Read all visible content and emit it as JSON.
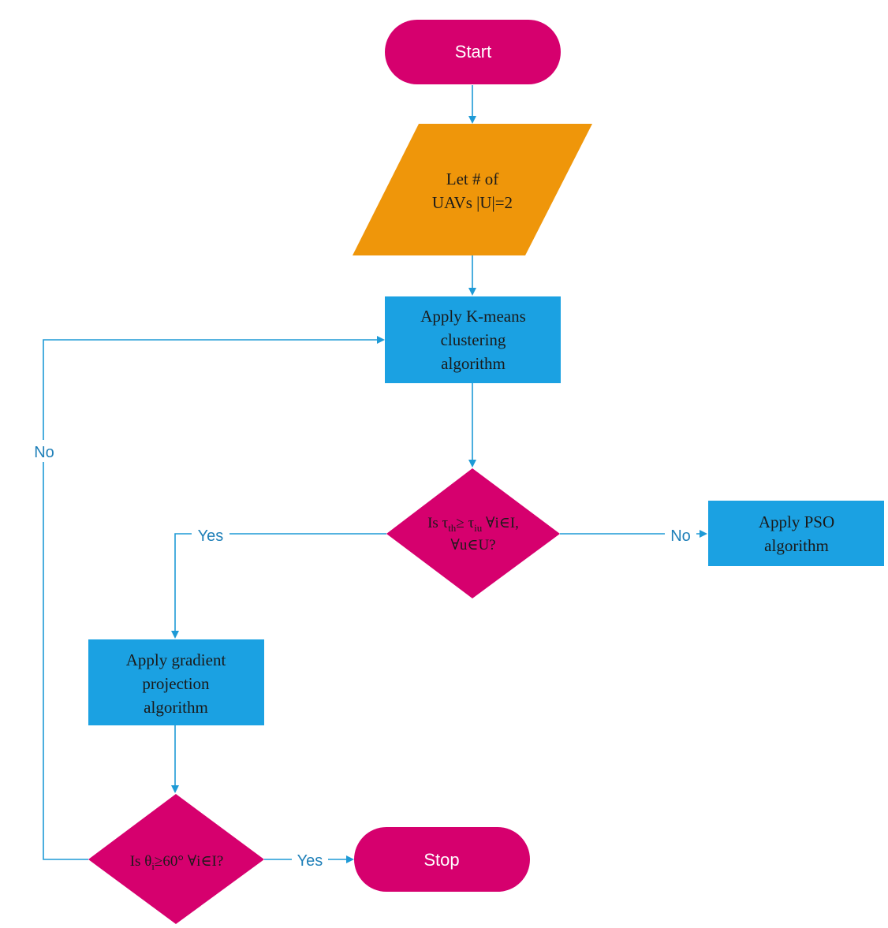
{
  "colors": {
    "magenta": "#D6006E",
    "orange": "#EF960A",
    "blue_box": "#1BA1E2",
    "line": "#1E9AD6",
    "label_text": "#1E7FB8",
    "node_text_light": "#ffffff",
    "node_text_dark": "#1a1a1a"
  },
  "nodes": {
    "start": {
      "label": "Start",
      "shape": "terminator"
    },
    "input": {
      "line1": "Let # of",
      "line2": "UAVs |U|=2",
      "shape": "parallelogram"
    },
    "kmeans": {
      "line1": "Apply K-means",
      "line2": "clustering",
      "line3": "algorithm",
      "shape": "process"
    },
    "decision1": {
      "line1_pre": "Is τ",
      "line1_sub1": "th",
      "line1_mid": "≥ τ",
      "line1_sub2": "iu",
      "line1_post": " ∀i∈I,",
      "line2": "∀u∈U?",
      "shape": "decision"
    },
    "pso": {
      "line1": "Apply PSO",
      "line2": "algorithm",
      "shape": "process"
    },
    "gradient": {
      "line1": "Apply gradient",
      "line2": "projection",
      "line3": "algorithm",
      "shape": "process"
    },
    "decision2": {
      "pre": "Is θ",
      "sub": "i",
      "post": "≥60°  ∀i∈I?",
      "shape": "decision"
    },
    "stop": {
      "label": "Stop",
      "shape": "terminator"
    }
  },
  "edges": {
    "d1_yes": "Yes",
    "d1_no": "No",
    "d2_no": "No",
    "d2_yes": "Yes"
  }
}
